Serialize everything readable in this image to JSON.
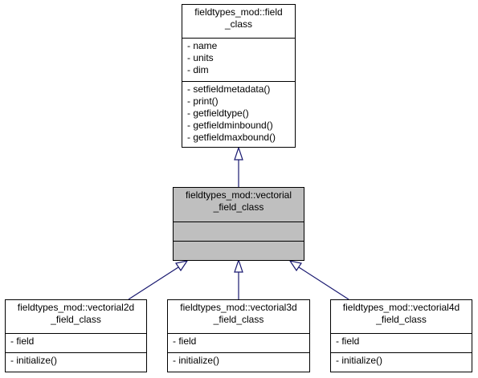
{
  "classes": {
    "field_class": {
      "title_lines": [
        "fieldtypes_mod::field",
        "_class"
      ],
      "attributes": [
        "- name",
        "- units",
        "- dim"
      ],
      "methods": [
        "- setfieldmetadata()",
        "- print()",
        "- getfieldtype()",
        "- getfieldminbound()",
        "- getfieldmaxbound()"
      ]
    },
    "vectorial_field_class": {
      "title_lines": [
        "fieldtypes_mod::vectorial",
        "_field_class"
      ],
      "attributes": [],
      "methods": []
    },
    "vectorial2d_field_class": {
      "title_lines": [
        "fieldtypes_mod::vectorial2d",
        "_field_class"
      ],
      "attributes": [
        "- field"
      ],
      "methods": [
        "- initialize()"
      ]
    },
    "vectorial3d_field_class": {
      "title_lines": [
        "fieldtypes_mod::vectorial3d",
        "_field_class"
      ],
      "attributes": [
        "- field"
      ],
      "methods": [
        "- initialize()"
      ]
    },
    "vectorial4d_field_class": {
      "title_lines": [
        "fieldtypes_mod::vectorial4d",
        "_field_class"
      ],
      "attributes": [
        "- field"
      ],
      "methods": [
        "- initialize()"
      ]
    }
  },
  "inheritance": [
    {
      "child": "vectorial_field_class",
      "parent": "field_class"
    },
    {
      "child": "vectorial2d_field_class",
      "parent": "vectorial_field_class"
    },
    {
      "child": "vectorial3d_field_class",
      "parent": "vectorial_field_class"
    },
    {
      "child": "vectorial4d_field_class",
      "parent": "vectorial_field_class"
    }
  ],
  "colors": {
    "edge": "#191970",
    "highlight": "#bfbfbf",
    "box_border": "#000000"
  }
}
